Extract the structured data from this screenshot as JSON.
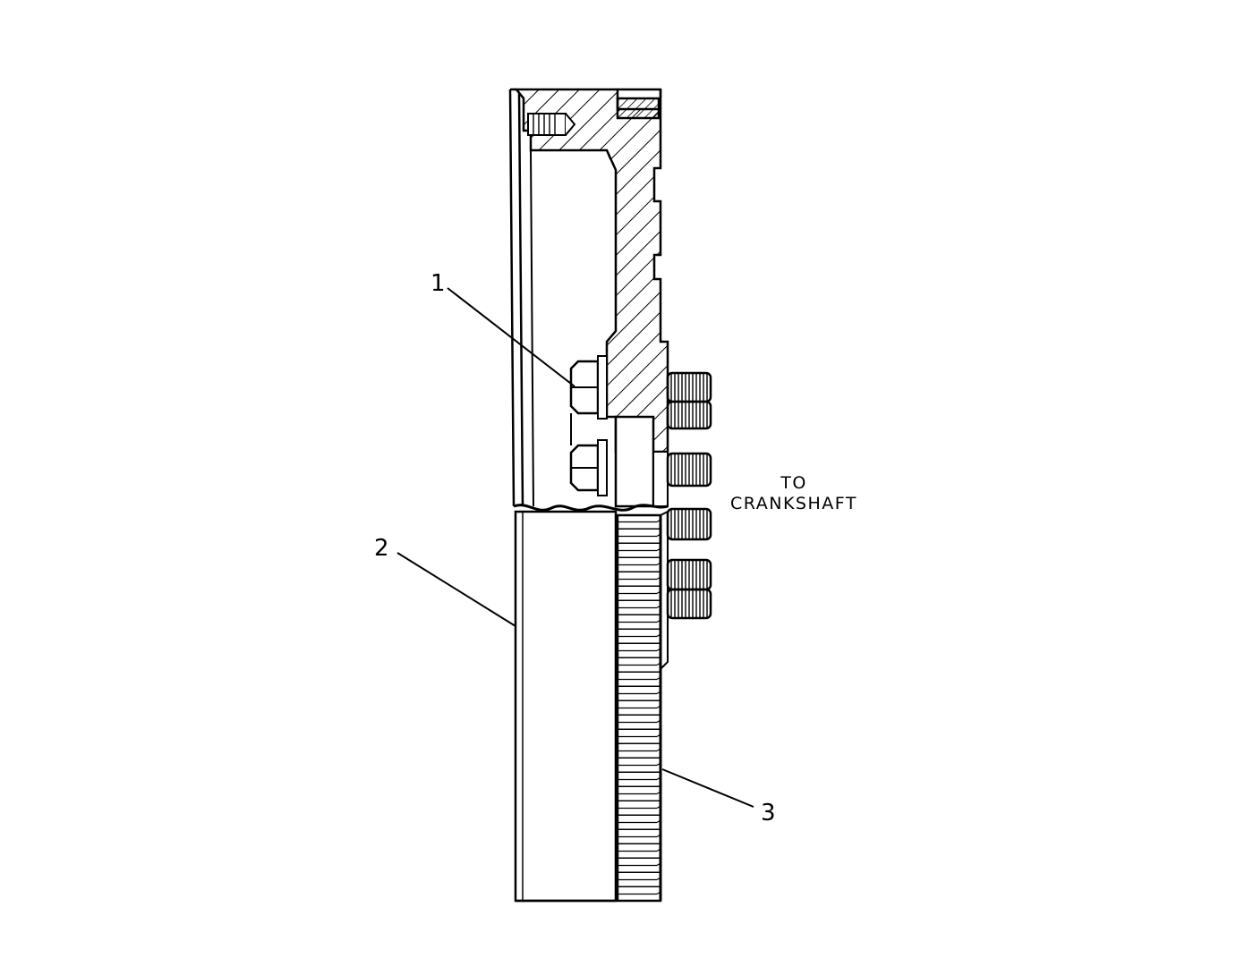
{
  "callouts": {
    "c1": "1",
    "c2": "2",
    "c3": "3"
  },
  "note": {
    "line1": "TO",
    "line2": "CRANKSHAFT"
  },
  "colors": {
    "ink": "#000000",
    "paper": "#ffffff"
  }
}
